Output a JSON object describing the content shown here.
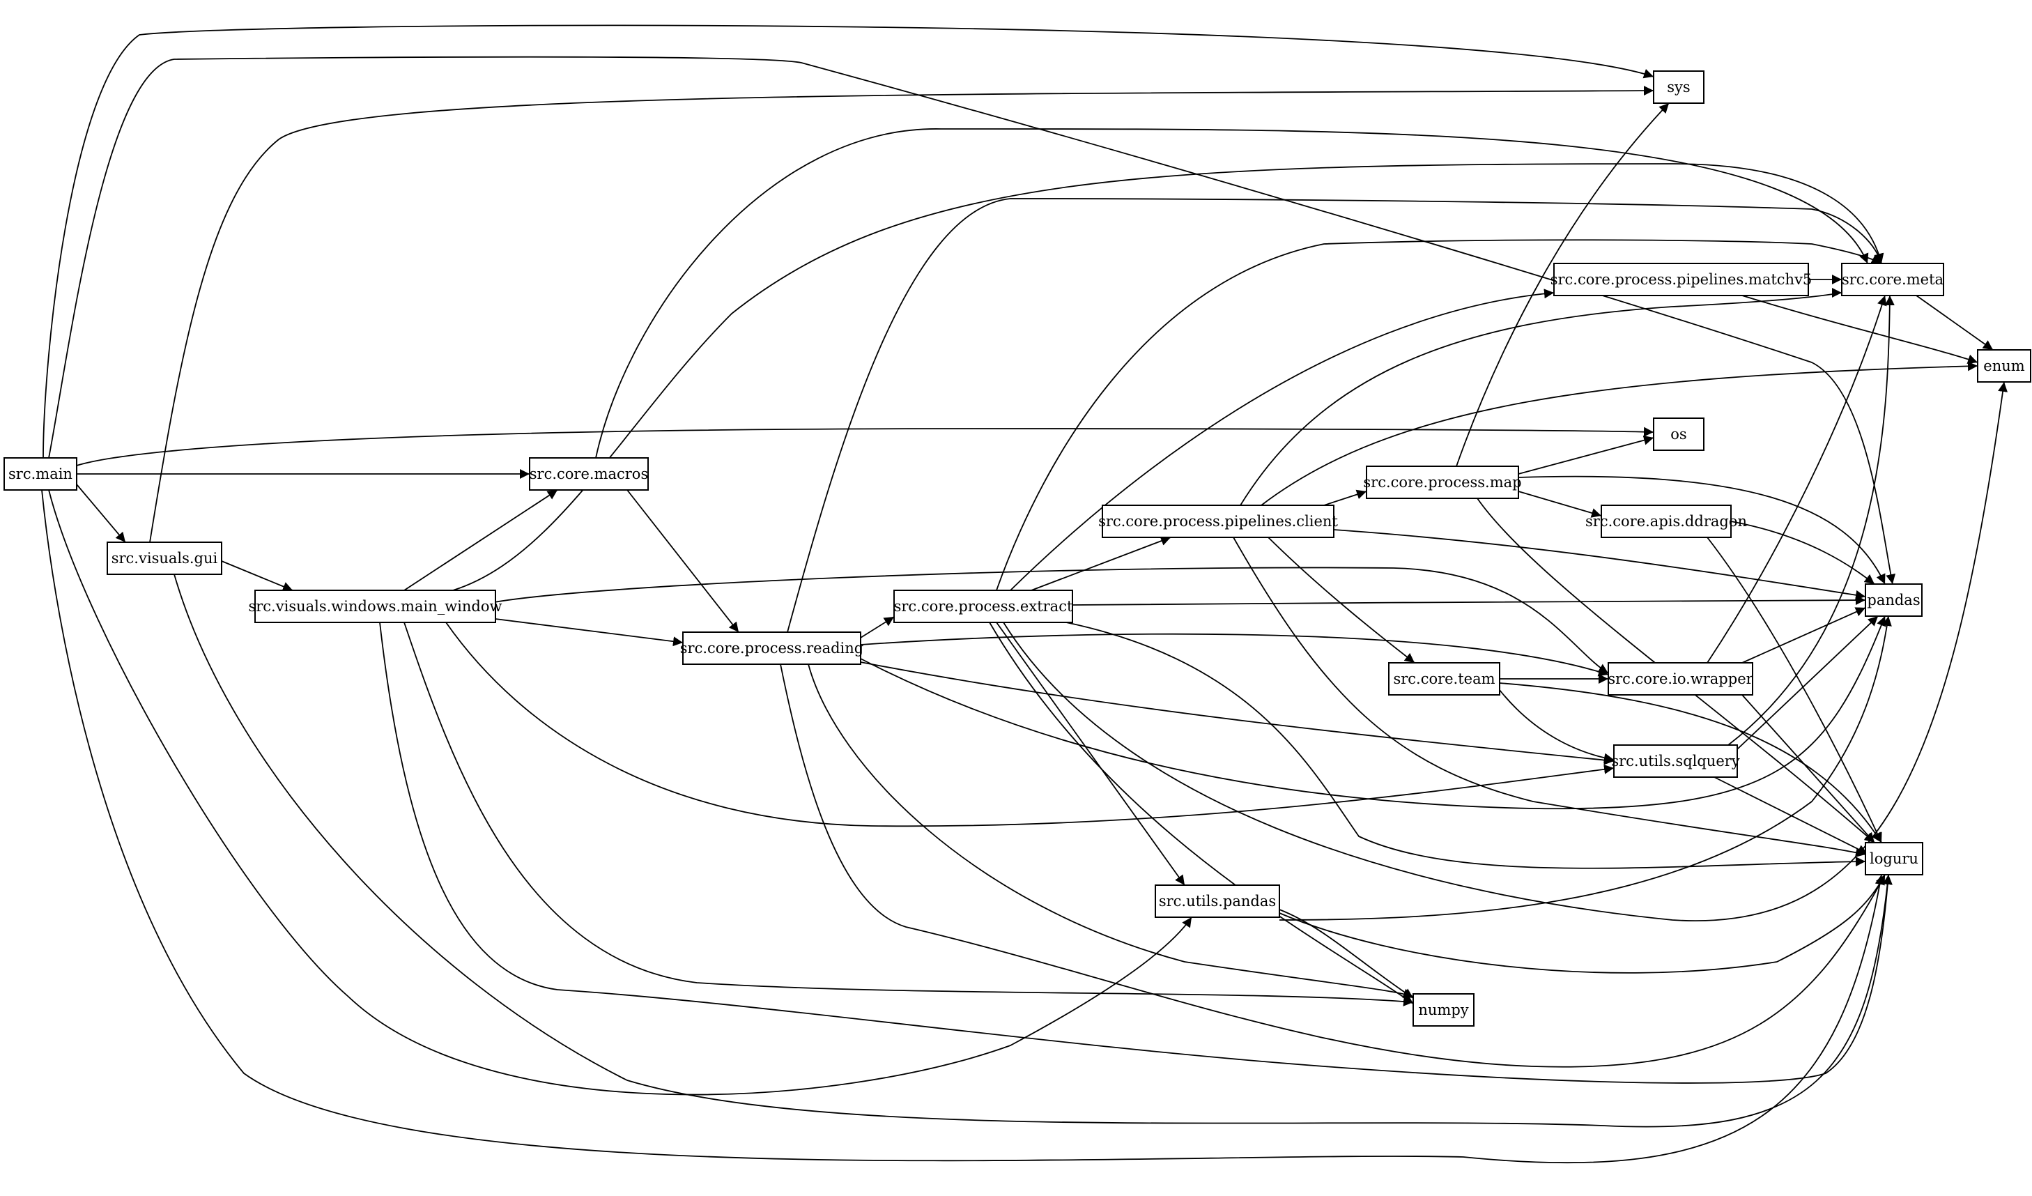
{
  "graph": {
    "nodes": [
      {
        "id": "src_main",
        "label": "src.main"
      },
      {
        "id": "src_visuals_gui",
        "label": "src.visuals.gui"
      },
      {
        "id": "src_visuals_windows_main_window",
        "label": "src.visuals.windows.main_window"
      },
      {
        "id": "src_core_macros",
        "label": "src.core.macros"
      },
      {
        "id": "src_core_process_reading",
        "label": "src.core.process.reading"
      },
      {
        "id": "src_core_process_extract",
        "label": "src.core.process.extract"
      },
      {
        "id": "src_core_process_pipelines_client",
        "label": "src.core.process.pipelines.client"
      },
      {
        "id": "src_core_process_map",
        "label": "src.core.process.map"
      },
      {
        "id": "src_core_process_pipelines_matchv5",
        "label": "src.core.process.pipelines.matchv5"
      },
      {
        "id": "src_core_apis_ddragon",
        "label": "src.core.apis.ddragon"
      },
      {
        "id": "src_core_team",
        "label": "src.core.team"
      },
      {
        "id": "src_core_io_wrapper",
        "label": "src.core.io.wrapper"
      },
      {
        "id": "src_utils_sqlquery",
        "label": "src.utils.sqlquery"
      },
      {
        "id": "src_utils_pandas",
        "label": "src.utils.pandas"
      },
      {
        "id": "sys",
        "label": "sys"
      },
      {
        "id": "src_core_meta",
        "label": "src.core.meta"
      },
      {
        "id": "enum",
        "label": "enum"
      },
      {
        "id": "os",
        "label": "os"
      },
      {
        "id": "pandas",
        "label": "pandas"
      },
      {
        "id": "loguru",
        "label": "loguru"
      },
      {
        "id": "numpy",
        "label": "numpy"
      }
    ],
    "edges": [
      {
        "from": "src_main",
        "to": "sys"
      },
      {
        "from": "src_main",
        "to": "pandas"
      },
      {
        "from": "src_main",
        "to": "os"
      },
      {
        "from": "src_main",
        "to": "src_core_macros"
      },
      {
        "from": "src_main",
        "to": "src_visuals_gui"
      },
      {
        "from": "src_main",
        "to": "src_utils_pandas"
      },
      {
        "from": "src_main",
        "to": "loguru"
      },
      {
        "from": "src_visuals_gui",
        "to": "sys"
      },
      {
        "from": "src_visuals_gui",
        "to": "src_visuals_windows_main_window"
      },
      {
        "from": "src_visuals_gui",
        "to": "loguru"
      },
      {
        "from": "src_core_macros",
        "to": "src_core_meta"
      },
      {
        "from": "src_core_macros",
        "to": "src_core_process_reading"
      },
      {
        "from": "src_visuals_windows_main_window",
        "to": "src_core_macros"
      },
      {
        "from": "src_visuals_windows_main_window",
        "to": "src_core_meta"
      },
      {
        "from": "src_visuals_windows_main_window",
        "to": "src_core_process_reading"
      },
      {
        "from": "src_visuals_windows_main_window",
        "to": "src_core_io_wrapper"
      },
      {
        "from": "src_visuals_windows_main_window",
        "to": "src_utils_sqlquery"
      },
      {
        "from": "src_visuals_windows_main_window",
        "to": "numpy"
      },
      {
        "from": "src_visuals_windows_main_window",
        "to": "loguru"
      },
      {
        "from": "src_core_process_reading",
        "to": "src_core_meta"
      },
      {
        "from": "src_core_process_reading",
        "to": "src_core_process_extract"
      },
      {
        "from": "src_core_process_reading",
        "to": "src_core_io_wrapper"
      },
      {
        "from": "src_core_process_reading",
        "to": "src_utils_sqlquery"
      },
      {
        "from": "src_core_process_reading",
        "to": "pandas"
      },
      {
        "from": "src_core_process_reading",
        "to": "numpy"
      },
      {
        "from": "src_core_process_reading",
        "to": "loguru"
      },
      {
        "from": "src_core_process_extract",
        "to": "src_core_meta"
      },
      {
        "from": "src_core_process_extract",
        "to": "src_core_process_pipelines_matchv5"
      },
      {
        "from": "src_core_process_extract",
        "to": "src_core_process_pipelines_client"
      },
      {
        "from": "src_core_process_extract",
        "to": "pandas"
      },
      {
        "from": "src_core_process_extract",
        "to": "src_utils_pandas"
      },
      {
        "from": "src_core_process_extract",
        "to": "loguru"
      },
      {
        "from": "src_core_process_extract",
        "to": "enum"
      },
      {
        "from": "src_core_process_extract",
        "to": "numpy"
      },
      {
        "from": "src_core_process_pipelines_client",
        "to": "src_core_meta"
      },
      {
        "from": "src_core_process_pipelines_client",
        "to": "enum"
      },
      {
        "from": "src_core_process_pipelines_client",
        "to": "src_core_process_map"
      },
      {
        "from": "src_core_process_pipelines_client",
        "to": "pandas"
      },
      {
        "from": "src_core_process_pipelines_client",
        "to": "src_core_team"
      },
      {
        "from": "src_core_process_pipelines_client",
        "to": "loguru"
      },
      {
        "from": "src_core_process_map",
        "to": "sys"
      },
      {
        "from": "src_core_process_map",
        "to": "os"
      },
      {
        "from": "src_core_process_map",
        "to": "pandas"
      },
      {
        "from": "src_core_process_map",
        "to": "src_core_apis_ddragon"
      },
      {
        "from": "src_core_process_map",
        "to": "loguru"
      },
      {
        "from": "src_core_process_pipelines_matchv5",
        "to": "src_core_meta"
      },
      {
        "from": "src_core_process_pipelines_matchv5",
        "to": "enum"
      },
      {
        "from": "src_core_meta",
        "to": "enum"
      },
      {
        "from": "src_core_apis_ddragon",
        "to": "pandas"
      },
      {
        "from": "src_core_apis_ddragon",
        "to": "loguru"
      },
      {
        "from": "src_core_team",
        "to": "src_core_io_wrapper"
      },
      {
        "from": "src_core_team",
        "to": "src_utils_sqlquery"
      },
      {
        "from": "src_core_team",
        "to": "loguru"
      },
      {
        "from": "src_core_io_wrapper",
        "to": "src_core_meta"
      },
      {
        "from": "src_core_io_wrapper",
        "to": "pandas"
      },
      {
        "from": "src_core_io_wrapper",
        "to": "loguru"
      },
      {
        "from": "src_utils_sqlquery",
        "to": "src_core_meta"
      },
      {
        "from": "src_utils_sqlquery",
        "to": "pandas"
      },
      {
        "from": "src_utils_sqlquery",
        "to": "loguru"
      },
      {
        "from": "src_utils_pandas",
        "to": "pandas"
      },
      {
        "from": "src_utils_pandas",
        "to": "numpy"
      },
      {
        "from": "src_utils_pandas",
        "to": "loguru"
      }
    ]
  }
}
